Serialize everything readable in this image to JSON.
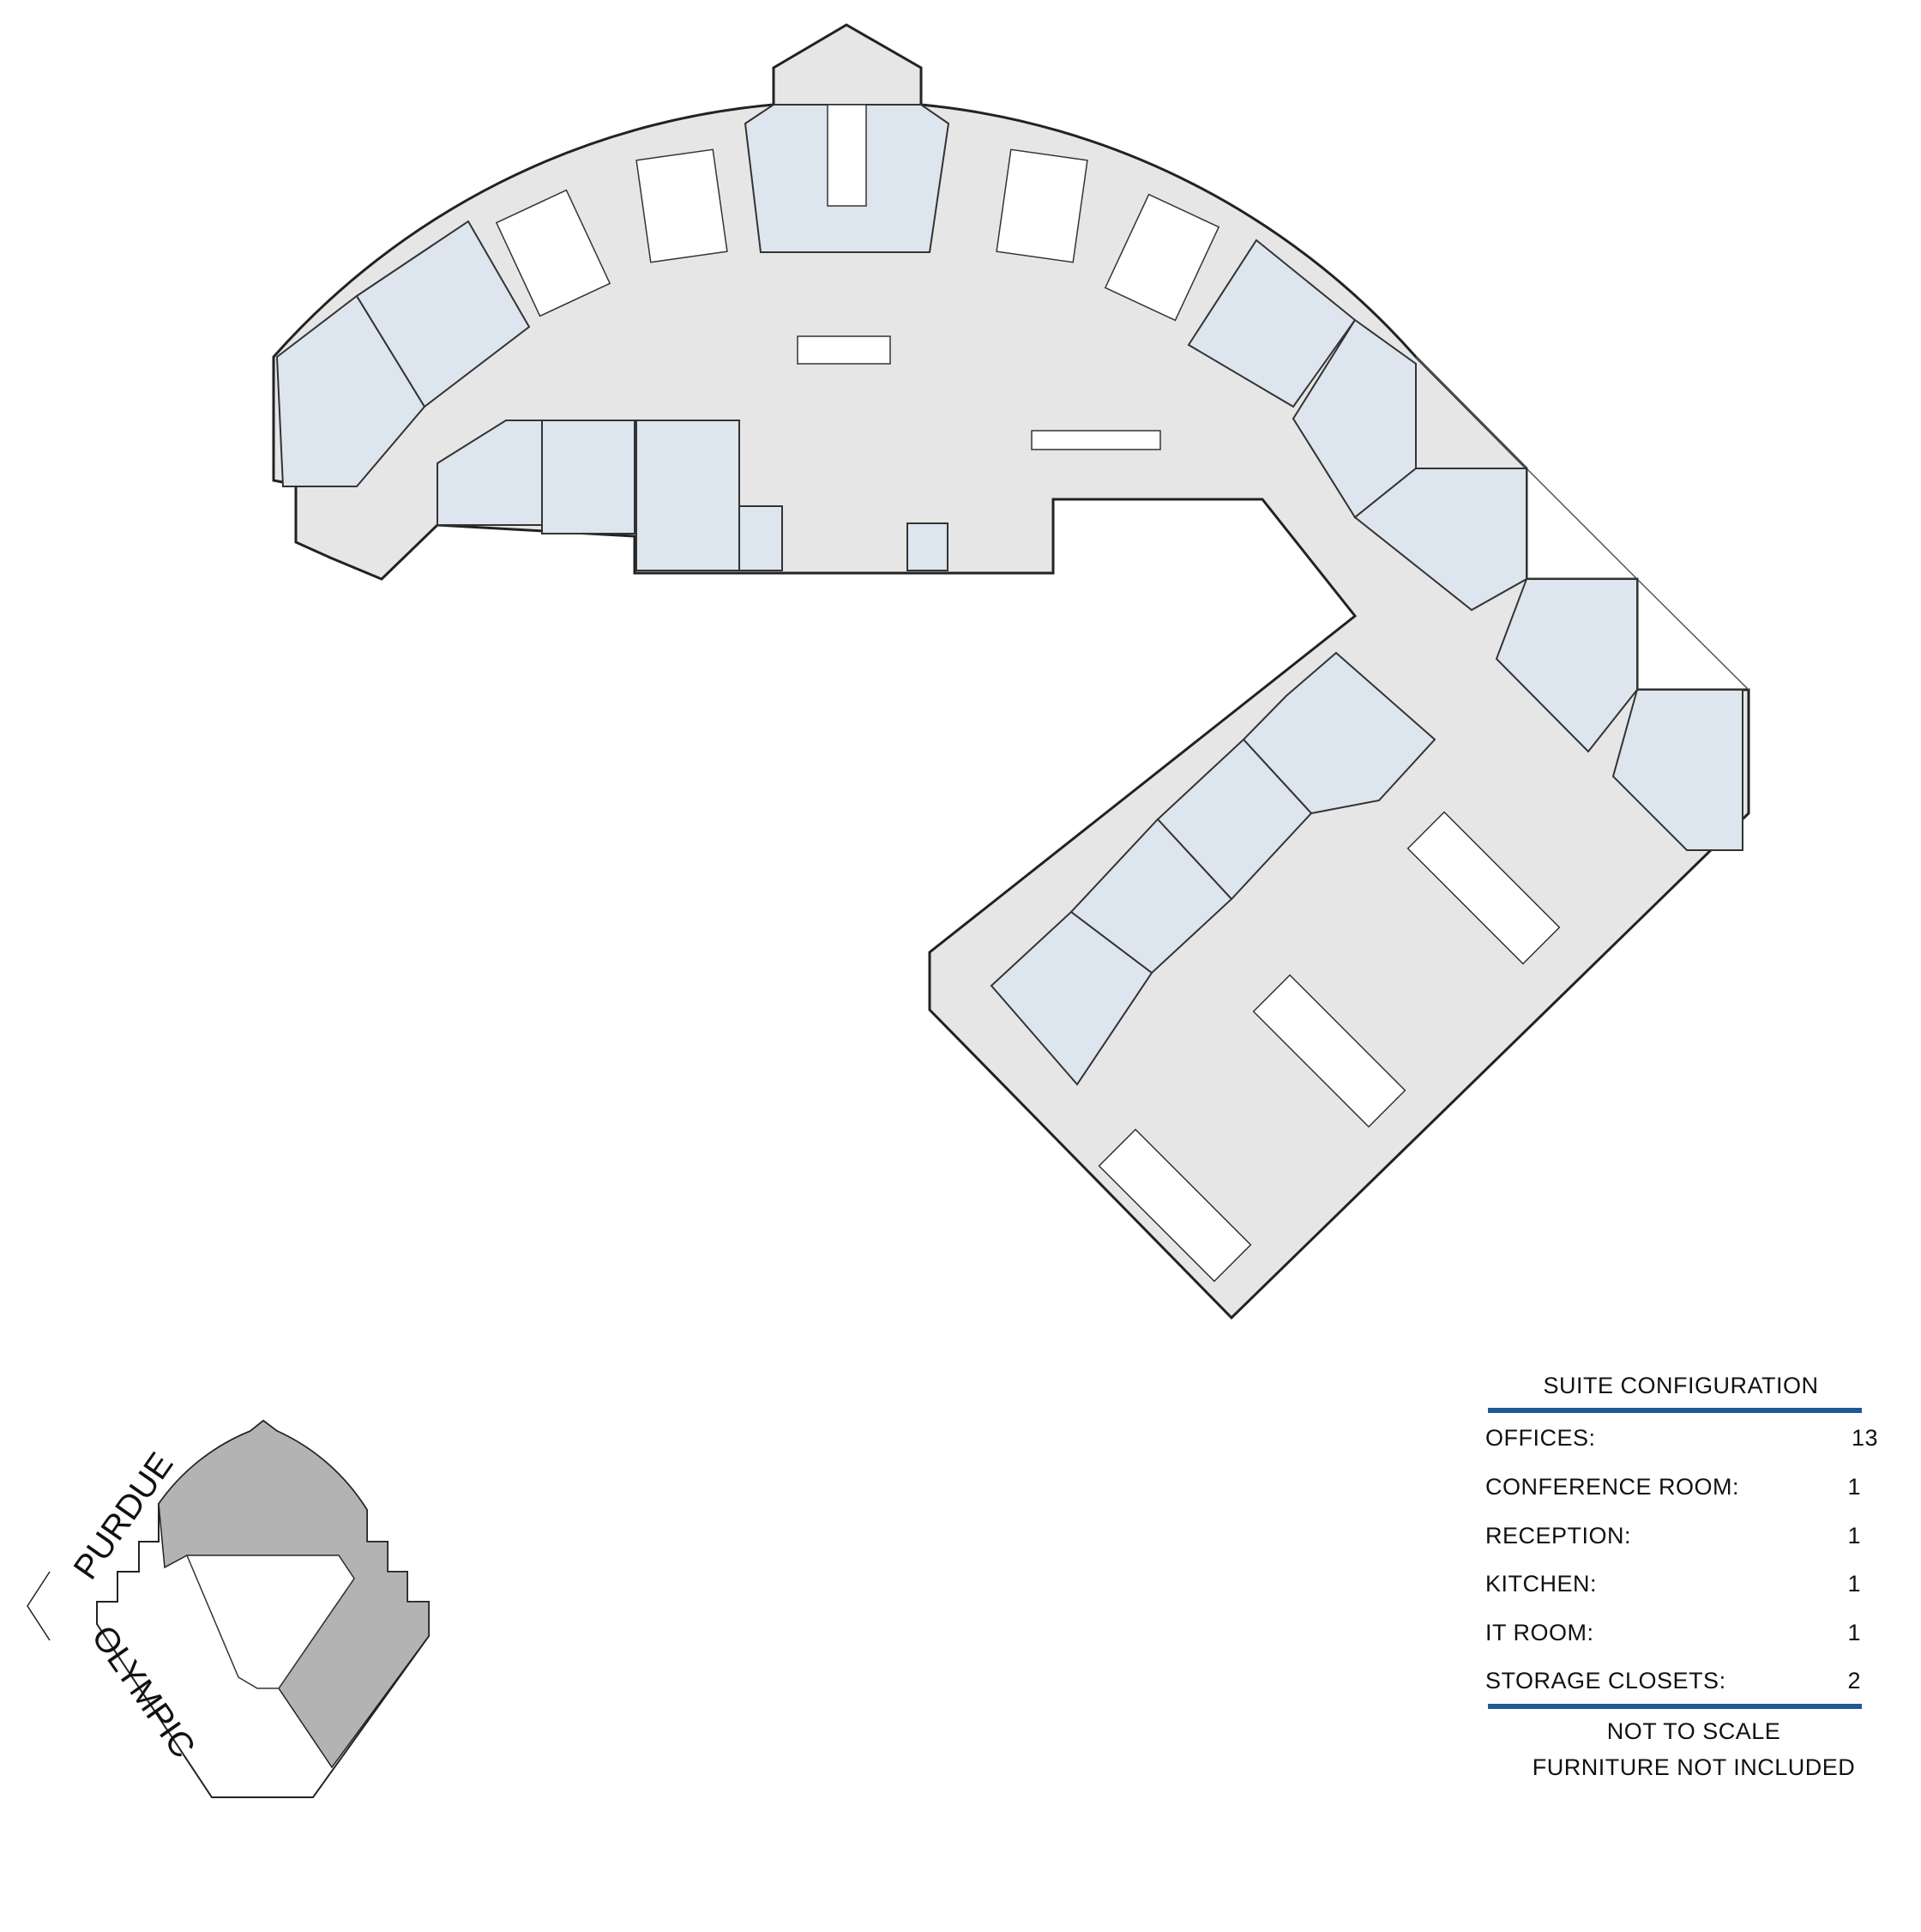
{
  "colors": {
    "accent": "#1f5a96",
    "floor": "#e6e6e6",
    "office": "#dde5ef",
    "highlight": "#b3b3b3"
  },
  "key_plan": {
    "streets": [
      "PURDUE",
      "OLYMPIC"
    ]
  },
  "suite_configuration": {
    "title": "SUITE CONFIGURATION",
    "rows": [
      {
        "label": "OFFICES:",
        "value": "13"
      },
      {
        "label": "CONFERENCE ROOM:",
        "value": "1"
      },
      {
        "label": "RECEPTION:",
        "value": "1"
      },
      {
        "label": "KITCHEN:",
        "value": "1"
      },
      {
        "label": "IT ROOM:",
        "value": "1"
      },
      {
        "label": "STORAGE CLOSETS:",
        "value": "2"
      }
    ],
    "notes": [
      "NOT TO SCALE",
      "FURNITURE NOT INCLUDED"
    ]
  }
}
